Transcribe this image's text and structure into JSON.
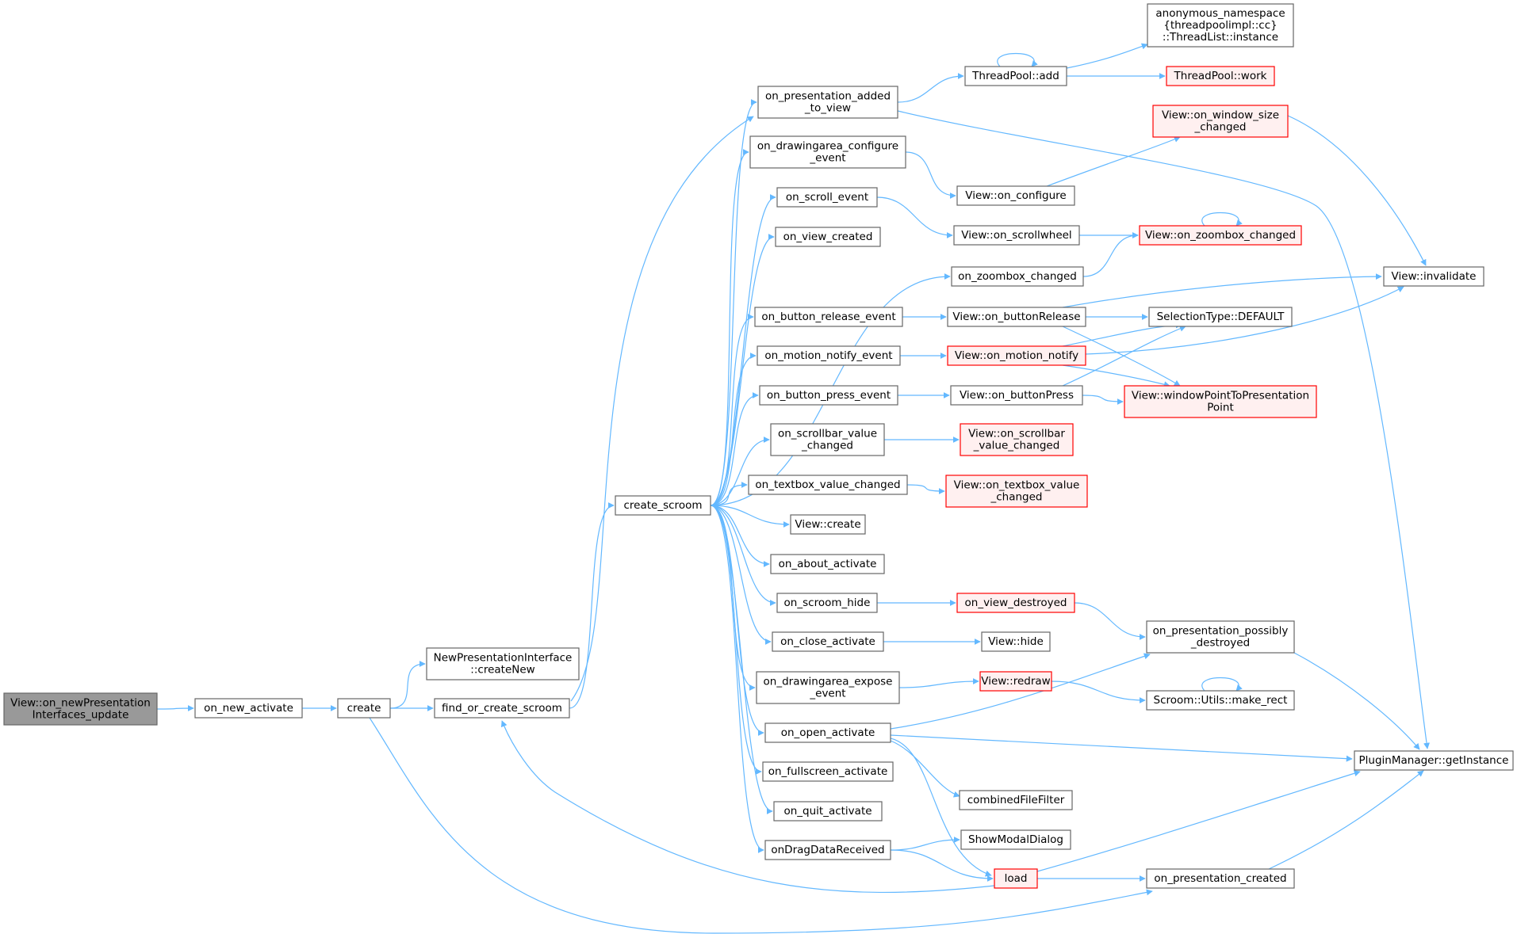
{
  "title": "View::on_newPresentationInterfaces_update call graph",
  "colors": {
    "edge": "#63b8ff",
    "node_border": "#666666",
    "highlight_border": "#ff0000",
    "highlight_fill": "#fff0f0",
    "root_fill": "#999999"
  },
  "nodes": [
    {
      "id": "root",
      "lines": [
        "View::on_newPresentation",
        "Interfaces_update"
      ],
      "style": "root"
    },
    {
      "id": "on_new_activate",
      "lines": [
        "on_new_activate"
      ],
      "style": "normal"
    },
    {
      "id": "create",
      "lines": [
        "create"
      ],
      "style": "normal"
    },
    {
      "id": "npi_createNew",
      "lines": [
        "NewPresentationInterface",
        "::createNew"
      ],
      "style": "normal"
    },
    {
      "id": "find_or_create_scroom",
      "lines": [
        "find_or_create_scroom"
      ],
      "style": "normal"
    },
    {
      "id": "create_scroom",
      "lines": [
        "create_scroom"
      ],
      "style": "normal"
    },
    {
      "id": "on_presentation_added_to_view",
      "lines": [
        "on_presentation_added",
        "_to_view"
      ],
      "style": "normal"
    },
    {
      "id": "on_drawingarea_configure_event",
      "lines": [
        "on_drawingarea_configure",
        "_event"
      ],
      "style": "normal"
    },
    {
      "id": "on_scroll_event",
      "lines": [
        "on_scroll_event"
      ],
      "style": "normal"
    },
    {
      "id": "on_view_created",
      "lines": [
        "on_view_created"
      ],
      "style": "normal"
    },
    {
      "id": "on_zoombox_changed",
      "lines": [
        "on_zoombox_changed"
      ],
      "style": "normal"
    },
    {
      "id": "on_button_release_event",
      "lines": [
        "on_button_release_event"
      ],
      "style": "normal"
    },
    {
      "id": "on_motion_notify_event",
      "lines": [
        "on_motion_notify_event"
      ],
      "style": "normal"
    },
    {
      "id": "on_button_press_event",
      "lines": [
        "on_button_press_event"
      ],
      "style": "normal"
    },
    {
      "id": "on_scrollbar_value_changed",
      "lines": [
        "on_scrollbar_value",
        "_changed"
      ],
      "style": "normal"
    },
    {
      "id": "on_textbox_value_changed",
      "lines": [
        "on_textbox_value_changed"
      ],
      "style": "normal"
    },
    {
      "id": "view_create",
      "lines": [
        "View::create"
      ],
      "style": "normal"
    },
    {
      "id": "on_about_activate",
      "lines": [
        "on_about_activate"
      ],
      "style": "normal"
    },
    {
      "id": "on_scroom_hide",
      "lines": [
        "on_scroom_hide"
      ],
      "style": "normal"
    },
    {
      "id": "on_close_activate",
      "lines": [
        "on_close_activate"
      ],
      "style": "normal"
    },
    {
      "id": "on_drawingarea_expose_event",
      "lines": [
        "on_drawingarea_expose",
        "_event"
      ],
      "style": "normal"
    },
    {
      "id": "on_open_activate",
      "lines": [
        "on_open_activate"
      ],
      "style": "normal"
    },
    {
      "id": "on_fullscreen_activate",
      "lines": [
        "on_fullscreen_activate"
      ],
      "style": "normal"
    },
    {
      "id": "on_quit_activate",
      "lines": [
        "on_quit_activate"
      ],
      "style": "normal"
    },
    {
      "id": "onDragDataReceived",
      "lines": [
        "onDragDataReceived"
      ],
      "style": "normal"
    },
    {
      "id": "threadpool_add",
      "lines": [
        "ThreadPool::add"
      ],
      "style": "normal"
    },
    {
      "id": "view_on_configure",
      "lines": [
        "View::on_configure"
      ],
      "style": "normal"
    },
    {
      "id": "view_on_scrollwheel",
      "lines": [
        "View::on_scrollwheel"
      ],
      "style": "normal"
    },
    {
      "id": "view_on_buttonRelease",
      "lines": [
        "View::on_buttonRelease"
      ],
      "style": "normal"
    },
    {
      "id": "view_on_motion_notify",
      "lines": [
        "View::on_motion_notify"
      ],
      "style": "red"
    },
    {
      "id": "view_on_buttonPress",
      "lines": [
        "View::on_buttonPress"
      ],
      "style": "normal"
    },
    {
      "id": "view_on_scrollbar_value_changed",
      "lines": [
        "View::on_scrollbar",
        "_value_changed"
      ],
      "style": "red"
    },
    {
      "id": "view_on_textbox_value_changed",
      "lines": [
        "View::on_textbox_value",
        "_changed"
      ],
      "style": "red"
    },
    {
      "id": "on_view_destroyed",
      "lines": [
        "on_view_destroyed"
      ],
      "style": "red"
    },
    {
      "id": "view_hide",
      "lines": [
        "View::hide"
      ],
      "style": "normal"
    },
    {
      "id": "view_redraw",
      "lines": [
        "View::redraw"
      ],
      "style": "red"
    },
    {
      "id": "combinedFileFilter",
      "lines": [
        "combinedFileFilter"
      ],
      "style": "normal"
    },
    {
      "id": "ShowModalDialog",
      "lines": [
        "ShowModalDialog"
      ],
      "style": "normal"
    },
    {
      "id": "load",
      "lines": [
        "load"
      ],
      "style": "red"
    },
    {
      "id": "threadlist_instance",
      "lines": [
        "anonymous_namespace",
        "{threadpoolimpl::cc}",
        "::ThreadList::instance"
      ],
      "style": "normal"
    },
    {
      "id": "threadpool_work",
      "lines": [
        "ThreadPool::work"
      ],
      "style": "red"
    },
    {
      "id": "view_on_window_size_changed",
      "lines": [
        "View::on_window_size",
        "_changed"
      ],
      "style": "red"
    },
    {
      "id": "view_on_zoombox_changed",
      "lines": [
        "View::on_zoombox_changed"
      ],
      "style": "red"
    },
    {
      "id": "selectiontype_default",
      "lines": [
        "SelectionType::DEFAULT"
      ],
      "style": "normal"
    },
    {
      "id": "view_windowPointToPresentationPoint",
      "lines": [
        "View::windowPointToPresentation",
        "Point"
      ],
      "style": "red"
    },
    {
      "id": "on_presentation_possibly_destroyed",
      "lines": [
        "on_presentation_possibly",
        "_destroyed"
      ],
      "style": "normal"
    },
    {
      "id": "scroom_utils_make_rect",
      "lines": [
        "Scroom::Utils::make_rect"
      ],
      "style": "normal"
    },
    {
      "id": "on_presentation_created",
      "lines": [
        "on_presentation_created"
      ],
      "style": "normal"
    },
    {
      "id": "view_invalidate",
      "lines": [
        "View::invalidate"
      ],
      "style": "normal"
    },
    {
      "id": "pluginmanager_getinstance",
      "lines": [
        "PluginManager::getInstance"
      ],
      "style": "normal"
    }
  ],
  "edges": [
    [
      "root",
      "on_new_activate"
    ],
    [
      "on_new_activate",
      "create"
    ],
    [
      "create",
      "npi_createNew"
    ],
    [
      "create",
      "find_or_create_scroom"
    ],
    [
      "create",
      "on_presentation_created"
    ],
    [
      "find_or_create_scroom",
      "create_scroom"
    ],
    [
      "find_or_create_scroom",
      "on_presentation_added_to_view"
    ],
    [
      "create_scroom",
      "on_presentation_added_to_view"
    ],
    [
      "create_scroom",
      "on_drawingarea_configure_event"
    ],
    [
      "create_scroom",
      "on_scroll_event"
    ],
    [
      "create_scroom",
      "on_view_created"
    ],
    [
      "create_scroom",
      "on_zoombox_changed"
    ],
    [
      "create_scroom",
      "on_button_release_event"
    ],
    [
      "create_scroom",
      "on_motion_notify_event"
    ],
    [
      "create_scroom",
      "on_button_press_event"
    ],
    [
      "create_scroom",
      "on_scrollbar_value_changed"
    ],
    [
      "create_scroom",
      "on_textbox_value_changed"
    ],
    [
      "create_scroom",
      "view_create"
    ],
    [
      "create_scroom",
      "on_about_activate"
    ],
    [
      "create_scroom",
      "on_scroom_hide"
    ],
    [
      "create_scroom",
      "on_close_activate"
    ],
    [
      "create_scroom",
      "on_drawingarea_expose_event"
    ],
    [
      "create_scroom",
      "on_open_activate"
    ],
    [
      "create_scroom",
      "on_fullscreen_activate"
    ],
    [
      "create_scroom",
      "on_quit_activate"
    ],
    [
      "create_scroom",
      "onDragDataReceived"
    ],
    [
      "on_presentation_added_to_view",
      "threadpool_add"
    ],
    [
      "on_presentation_added_to_view",
      "pluginmanager_getinstance"
    ],
    [
      "threadpool_add",
      "threadpool_add"
    ],
    [
      "threadpool_add",
      "threadlist_instance"
    ],
    [
      "threadpool_add",
      "threadpool_work"
    ],
    [
      "on_drawingarea_configure_event",
      "view_on_configure"
    ],
    [
      "view_on_configure",
      "view_on_window_size_changed"
    ],
    [
      "view_on_window_size_changed",
      "view_invalidate"
    ],
    [
      "on_scroll_event",
      "view_on_scrollwheel"
    ],
    [
      "view_on_scrollwheel",
      "view_on_zoombox_changed"
    ],
    [
      "view_on_zoombox_changed",
      "view_on_zoombox_changed"
    ],
    [
      "on_zoombox_changed",
      "view_on_zoombox_changed"
    ],
    [
      "on_button_release_event",
      "view_on_buttonRelease"
    ],
    [
      "view_on_buttonRelease",
      "view_invalidate"
    ],
    [
      "view_on_buttonRelease",
      "selectiontype_default"
    ],
    [
      "view_on_buttonRelease",
      "view_windowPointToPresentationPoint"
    ],
    [
      "on_motion_notify_event",
      "view_on_motion_notify"
    ],
    [
      "view_on_motion_notify",
      "view_invalidate"
    ],
    [
      "view_on_motion_notify",
      "selectiontype_default"
    ],
    [
      "view_on_motion_notify",
      "view_windowPointToPresentationPoint"
    ],
    [
      "on_button_press_event",
      "view_on_buttonPress"
    ],
    [
      "view_on_buttonPress",
      "selectiontype_default"
    ],
    [
      "view_on_buttonPress",
      "view_windowPointToPresentationPoint"
    ],
    [
      "on_scrollbar_value_changed",
      "view_on_scrollbar_value_changed"
    ],
    [
      "on_textbox_value_changed",
      "view_on_textbox_value_changed"
    ],
    [
      "on_scroom_hide",
      "on_view_destroyed"
    ],
    [
      "on_view_destroyed",
      "on_presentation_possibly_destroyed"
    ],
    [
      "on_presentation_possibly_destroyed",
      "pluginmanager_getinstance"
    ],
    [
      "on_close_activate",
      "view_hide"
    ],
    [
      "on_drawingarea_expose_event",
      "view_redraw"
    ],
    [
      "view_redraw",
      "scroom_utils_make_rect"
    ],
    [
      "scroom_utils_make_rect",
      "scroom_utils_make_rect"
    ],
    [
      "on_open_activate",
      "on_presentation_possibly_destroyed"
    ],
    [
      "on_open_activate",
      "pluginmanager_getinstance"
    ],
    [
      "on_open_activate",
      "combinedFileFilter"
    ],
    [
      "on_open_activate",
      "load"
    ],
    [
      "onDragDataReceived",
      "ShowModalDialog"
    ],
    [
      "onDragDataReceived",
      "load"
    ],
    [
      "load",
      "find_or_create_scroom"
    ],
    [
      "load",
      "pluginmanager_getinstance"
    ],
    [
      "load",
      "on_presentation_created"
    ],
    [
      "on_presentation_created",
      "pluginmanager_getinstance"
    ]
  ]
}
